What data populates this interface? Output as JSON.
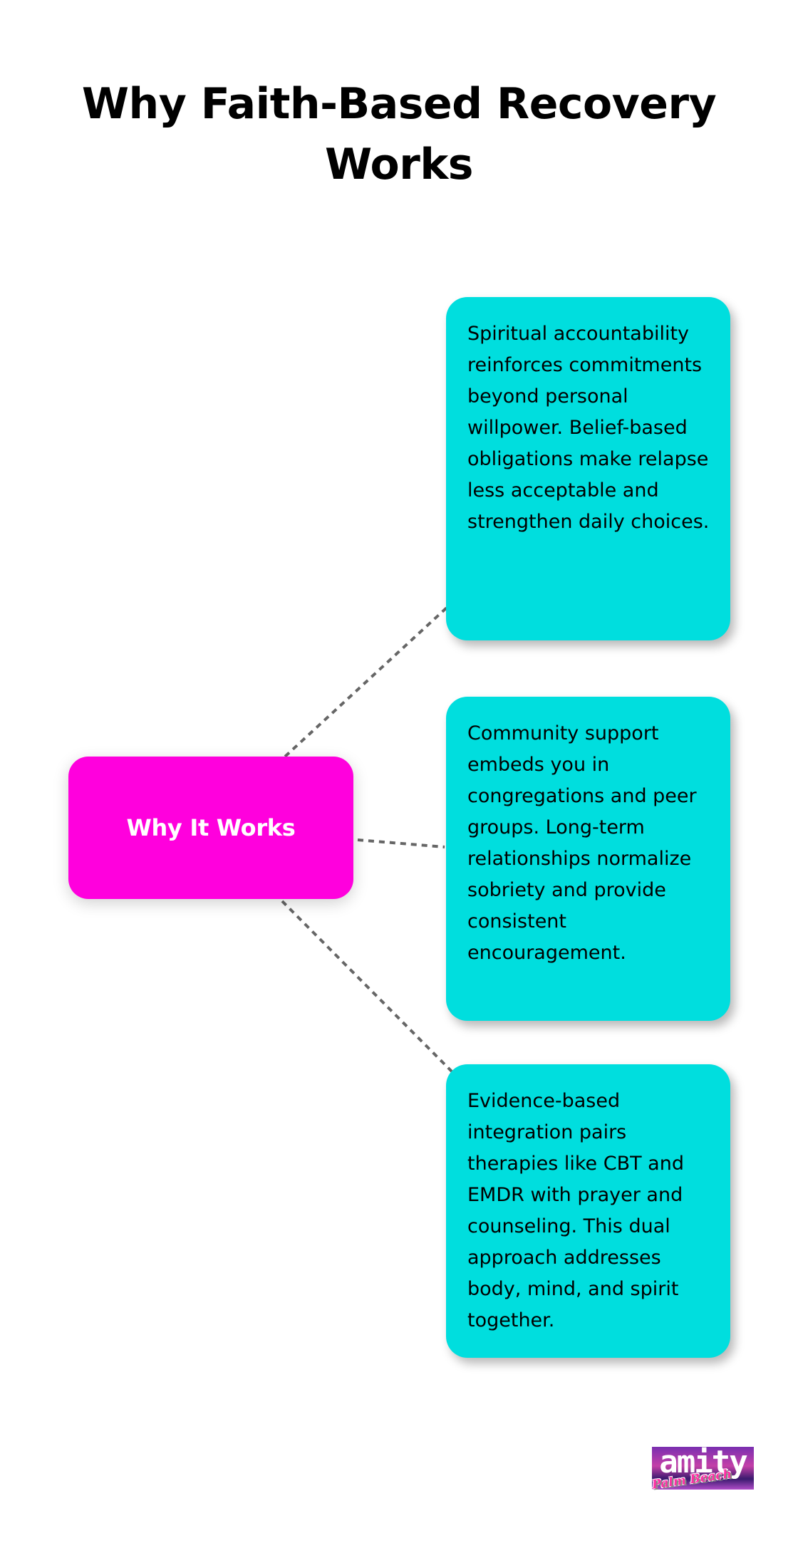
{
  "title": {
    "lines": [
      "Why Faith-Based Recovery",
      "Works"
    ]
  },
  "center_node": {
    "label": "Why It Works"
  },
  "cards": [
    {
      "text": "Spiritual accountability reinforces commitments beyond personal willpower. Belief-based obligations make relapse less acceptable and strengthen daily choices."
    },
    {
      "text": "Community support embeds you in congregations and peer groups. Long-term relationships normalize sobriety and provide consistent encouragement."
    },
    {
      "text": "Evidence-based integration pairs therapies like CBT and EMDR with prayer and counseling. This dual approach addresses body, mind, and spirit together."
    }
  ],
  "logo": {
    "wordmark": "amity",
    "script": "Palm Beach"
  },
  "colors": {
    "center_node": "#ff00dd",
    "cards": "#00dede",
    "connector": "#666666",
    "title": "#000000"
  }
}
